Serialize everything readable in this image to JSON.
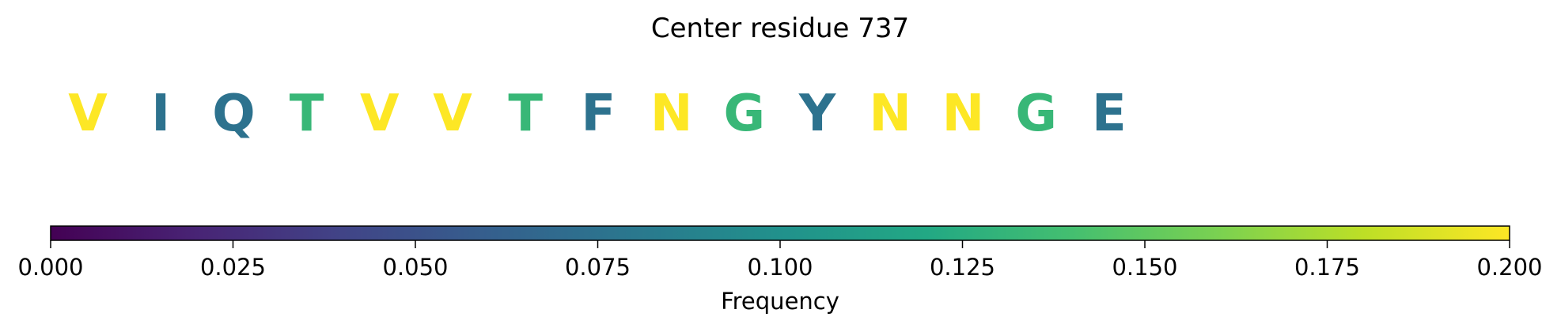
{
  "chart_data": {
    "type": "sequence-colorbar",
    "title": "Center residue 737",
    "residues": [
      {
        "letter": "V",
        "frequency": 0.2
      },
      {
        "letter": "I",
        "frequency": 0.075
      },
      {
        "letter": "Q",
        "frequency": 0.075
      },
      {
        "letter": "T",
        "frequency": 0.133
      },
      {
        "letter": "V",
        "frequency": 0.2
      },
      {
        "letter": "V",
        "frequency": 0.2
      },
      {
        "letter": "T",
        "frequency": 0.133
      },
      {
        "letter": "F",
        "frequency": 0.075
      },
      {
        "letter": "N",
        "frequency": 0.2
      },
      {
        "letter": "G",
        "frequency": 0.133
      },
      {
        "letter": "Y",
        "frequency": 0.075
      },
      {
        "letter": "N",
        "frequency": 0.2
      },
      {
        "letter": "N",
        "frequency": 0.2
      },
      {
        "letter": "G",
        "frequency": 0.133
      },
      {
        "letter": "E",
        "frequency": 0.075
      }
    ],
    "colorbar": {
      "label": "Frequency",
      "colormap": "viridis",
      "range": [
        0,
        0.2
      ],
      "ticks": [
        0.0,
        0.025,
        0.05,
        0.075,
        0.1,
        0.125,
        0.15,
        0.175,
        0.2
      ],
      "tick_labels": [
        "0.000",
        "0.025",
        "0.050",
        "0.075",
        "0.100",
        "0.125",
        "0.150",
        "0.175",
        "0.200"
      ]
    }
  }
}
